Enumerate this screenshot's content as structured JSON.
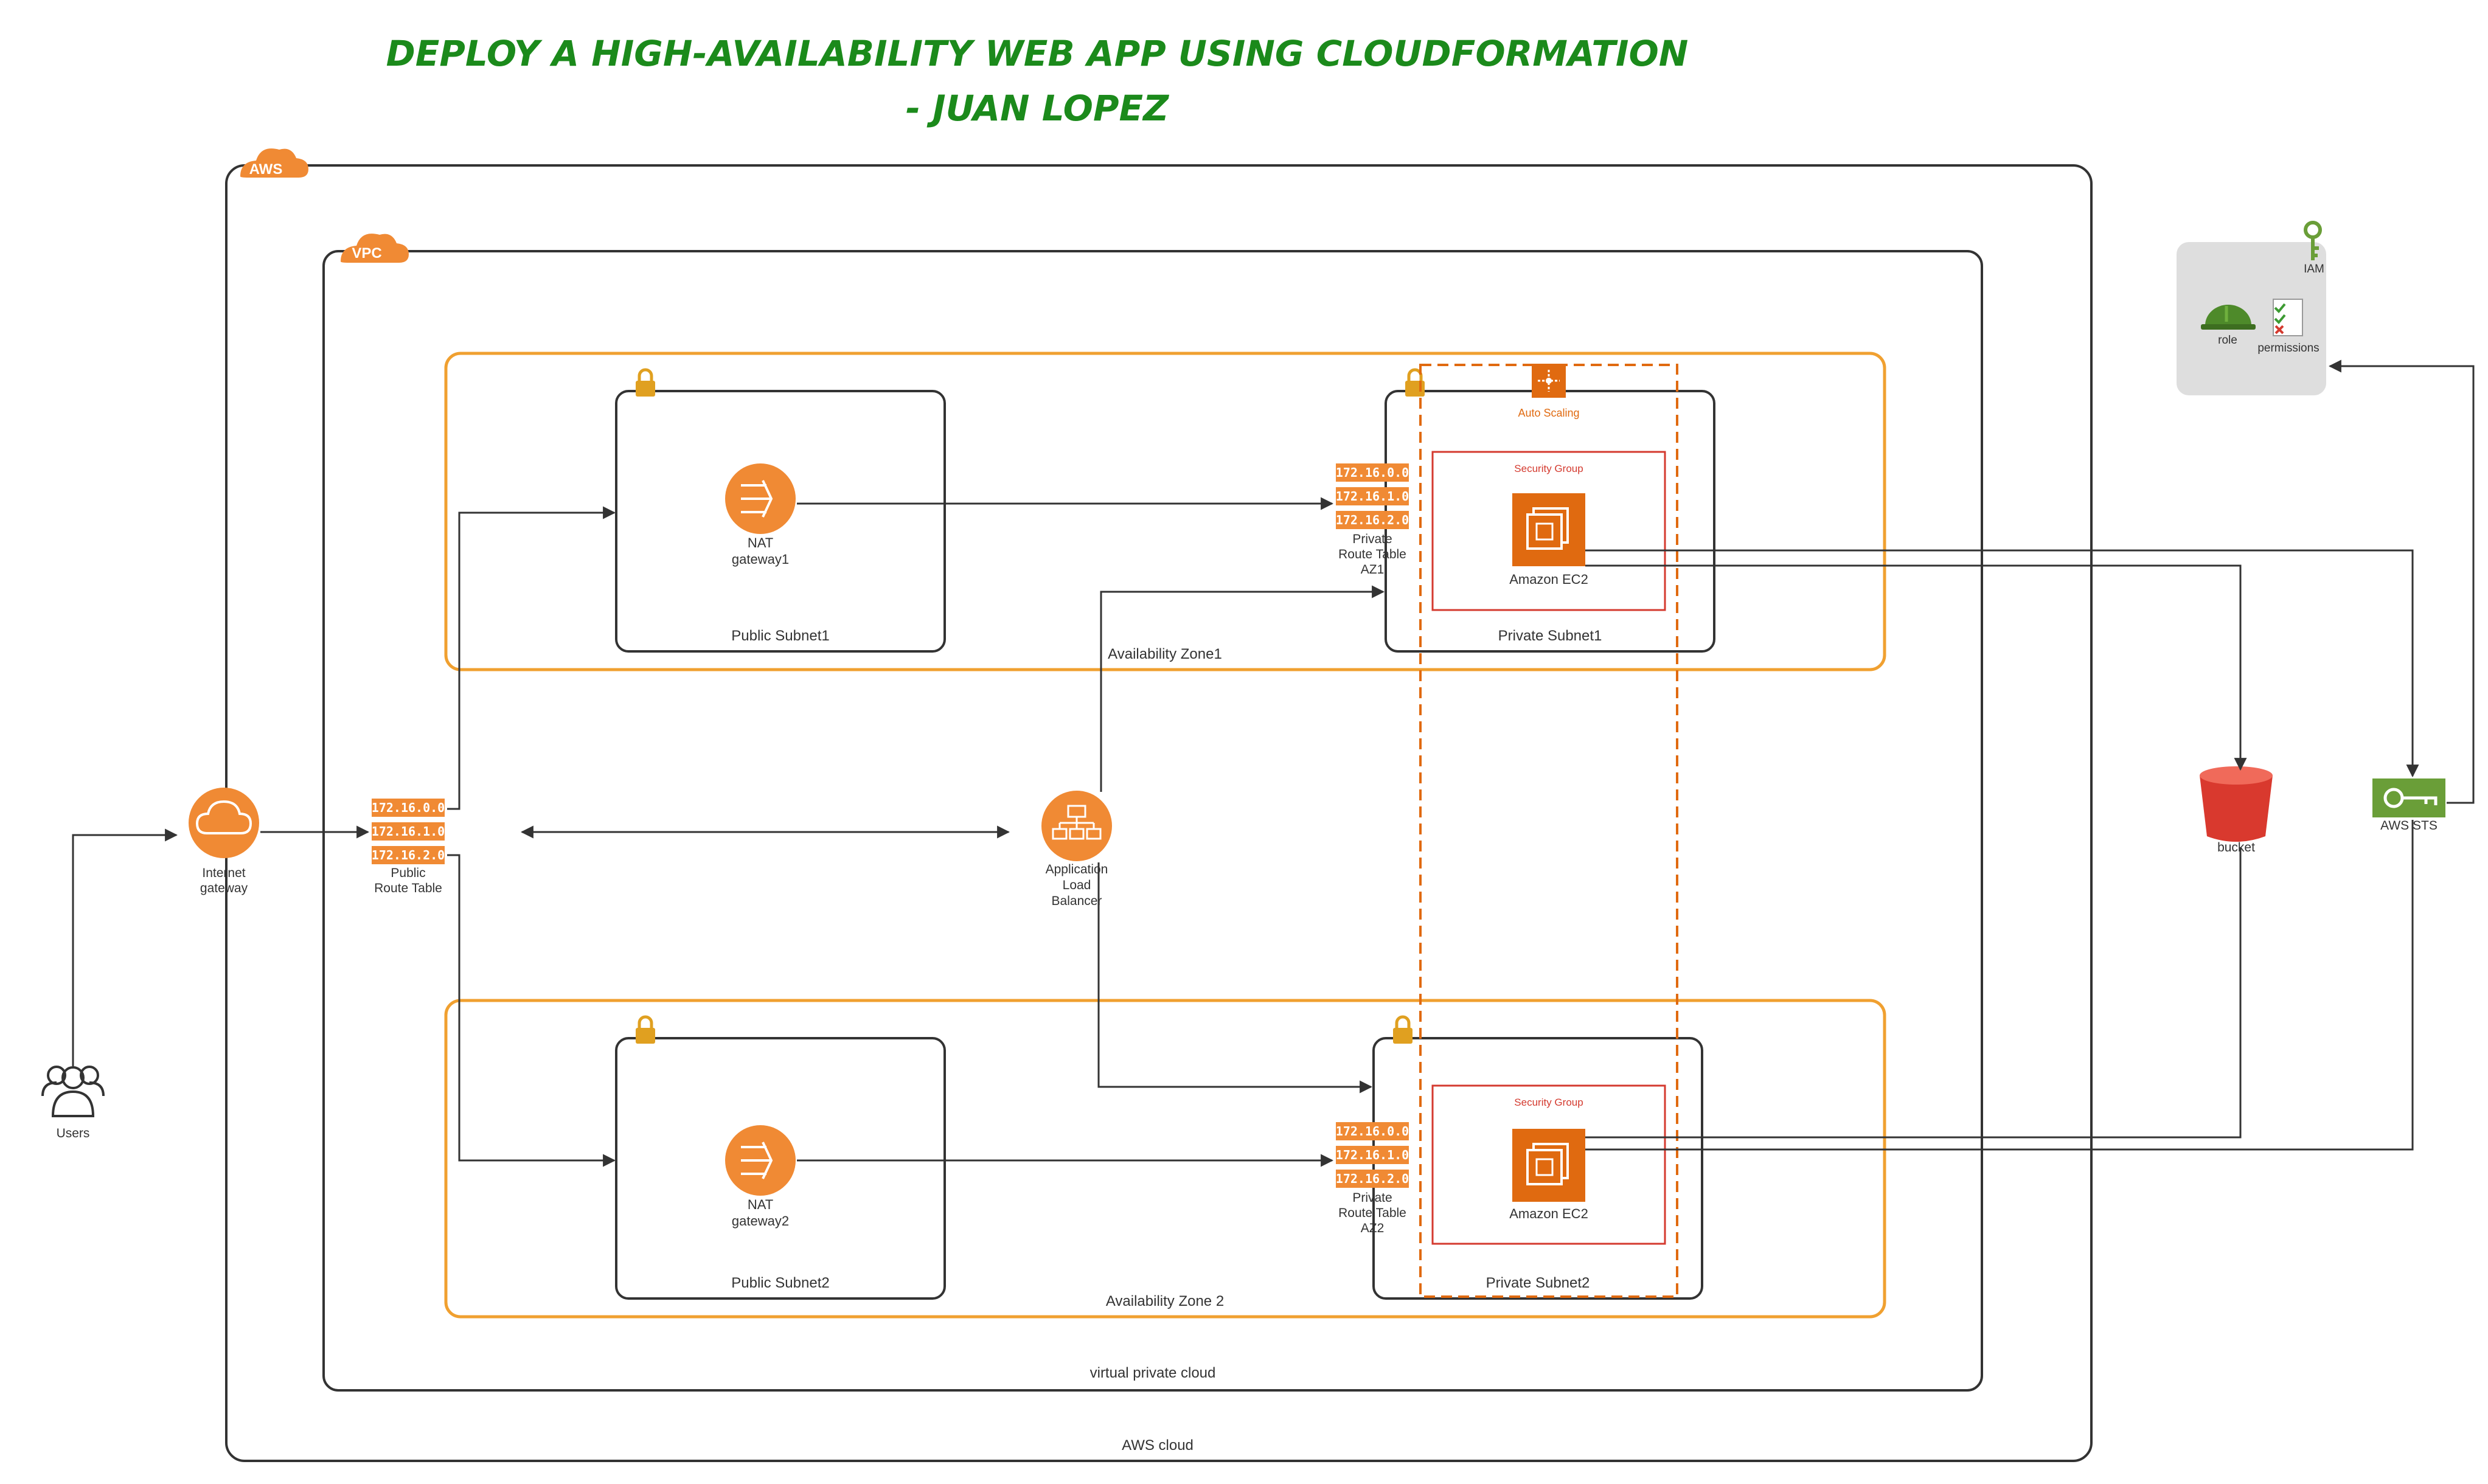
{
  "title": {
    "line1": "DEPLOY A HIGH-AVAILABILITY WEB APP USING CLOUDFORMATION",
    "line2": "- JUAN LOPEZ"
  },
  "aws": {
    "badge": "AWS",
    "label": "AWS cloud"
  },
  "vpc": {
    "badge": "VPC",
    "label": "virtual private cloud"
  },
  "az1": {
    "label": "Availability Zone1"
  },
  "az2": {
    "label": "Availability Zone 2"
  },
  "public_subnet1": {
    "label": "Public Subnet1"
  },
  "public_subnet2": {
    "label": "Public Subnet2"
  },
  "private_subnet1": {
    "label": "Private Subnet1"
  },
  "private_subnet2": {
    "label": "Private Subnet2"
  },
  "nat1": {
    "line1": "NAT",
    "line2": "gateway1"
  },
  "nat2": {
    "line1": "NAT",
    "line2": "gateway2"
  },
  "route_tables": {
    "entries": [
      "172.16.0.0",
      "172.16.1.0",
      "172.16.2.0"
    ],
    "public": {
      "line1": "Public",
      "line2": "Route Table"
    },
    "private1": {
      "line1": "Private",
      "line2": "Route Table",
      "line3": "AZ1"
    },
    "private2": {
      "line1": "Private",
      "line2": "Route Table",
      "line3": "AZ2"
    }
  },
  "auto_scaling": {
    "label": "Auto Scaling"
  },
  "sg1": {
    "label": "Security Group"
  },
  "sg2": {
    "label": "Security Group"
  },
  "ec2_1": {
    "label": "Amazon EC2"
  },
  "ec2_2": {
    "label": "Amazon EC2"
  },
  "alb": {
    "line1": "Application",
    "line2": "Load",
    "line3": "Balancer"
  },
  "igw": {
    "line1": "Internet",
    "line2": "gateway"
  },
  "users": {
    "label": "Users"
  },
  "bucket": {
    "label": "bucket"
  },
  "sts": {
    "label": "AWS STS"
  },
  "iam": {
    "label": "IAM",
    "role": "role",
    "permissions": "permissions"
  },
  "colors": {
    "aws_orange": "#f08a34",
    "az_orange": "#f0a030",
    "ec2_orange": "#e06a10",
    "security_group_red": "#d43a2f",
    "bucket_red": "#d9392e",
    "title_green": "#1b8a1b",
    "sts_green": "#6a9e38",
    "line": "#333333"
  }
}
